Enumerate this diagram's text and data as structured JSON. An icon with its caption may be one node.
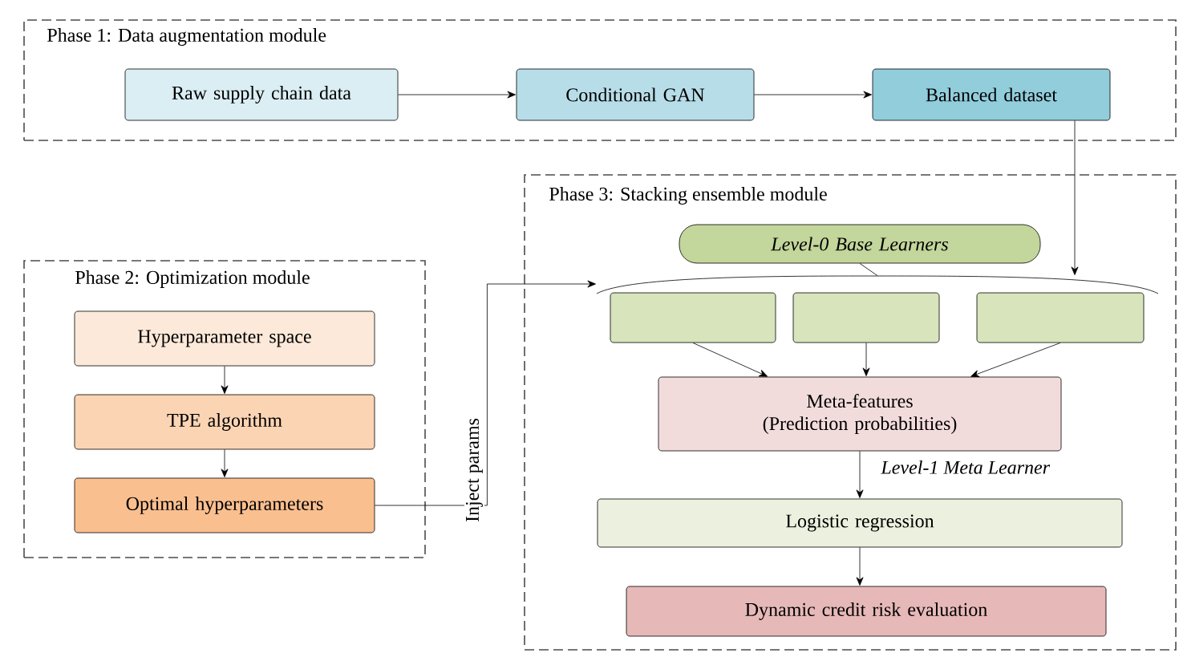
{
  "diagram": {
    "nodes": [
      {
        "text": [
          "Phase 1: Data augmentation module"
        ]
      },
      {
        "text": [
          "Raw supply chain data"
        ],
        "in": 0
      },
      {
        "text": [
          "Conditional GAN"
        ],
        "in": 0
      },
      {
        "text": [
          "Balanced dataset"
        ],
        "in": 0
      },
      {
        "text": [
          "Phase 2: Optimization module"
        ]
      },
      {
        "text": [
          "Hyperparameter space"
        ],
        "in": 4
      },
      {
        "text": [
          "TPE algorithm"
        ],
        "in": 4
      },
      {
        "text": [
          "Optimal hyperparameters"
        ],
        "in": 4
      },
      {
        "text": [
          "Phase 3: Stacking ensemble module"
        ]
      },
      {
        "text": [
          "Level-0 Base Learners"
        ],
        "in": 8
      },
      {
        "text": [],
        "shape": "brace",
        "in": 8
      },
      {
        "text": [],
        "shape": "box",
        "in": 8
      },
      {
        "text": [],
        "shape": "box",
        "in": 8
      },
      {
        "text": [],
        "shape": "box",
        "in": 8
      },
      {
        "text": [
          "Meta-features (Prediction probabilities)"
        ],
        "in": 8
      },
      {
        "text": [
          "Logistic regression"
        ],
        "in": 8
      },
      {
        "text": [
          "Dynamic credit risk evaluation"
        ],
        "in": 8
      }
    ],
    "edges": [
      {
        "from": 1,
        "to": 2,
        "arrow": "to"
      },
      {
        "from": 2,
        "to": 3,
        "arrow": "to"
      },
      {
        "from": 3,
        "to": 10,
        "arrow": "to"
      },
      {
        "from": 5,
        "to": 6,
        "arrow": "to"
      },
      {
        "from": 6,
        "to": 7,
        "arrow": "to"
      },
      {
        "from": 7,
        "to": 10,
        "label": "Inject params",
        "arrow": "to"
      },
      {
        "from": 9,
        "to": 10,
        "arrow": "none"
      },
      {
        "from": 11,
        "to": 14,
        "arrow": "to"
      },
      {
        "from": 12,
        "to": 14,
        "arrow": "to"
      },
      {
        "from": 13,
        "to": 14,
        "arrow": "to"
      },
      {
        "from": 14,
        "to": 15,
        "label": "Level-1 Meta Learner",
        "arrow": "to"
      },
      {
        "from": 15,
        "to": 16,
        "arrow": "to"
      }
    ]
  }
}
